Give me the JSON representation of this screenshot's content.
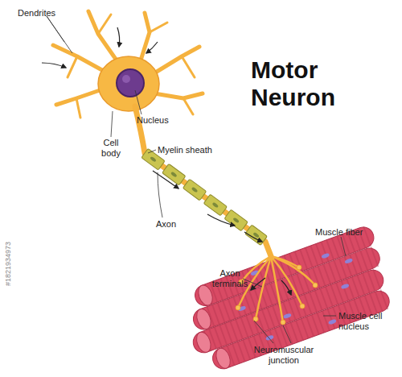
{
  "diagram": {
    "title": "Motor Neuron",
    "labels": [
      "Dendrites",
      "Nucleus",
      "Cell body",
      "Myelin sheath",
      "Axon",
      "Muscle fiber",
      "Axon terminals",
      "Muscle cell nucleus",
      "Neuromuscular junction",
      "#1821934973"
    ]
  }
}
